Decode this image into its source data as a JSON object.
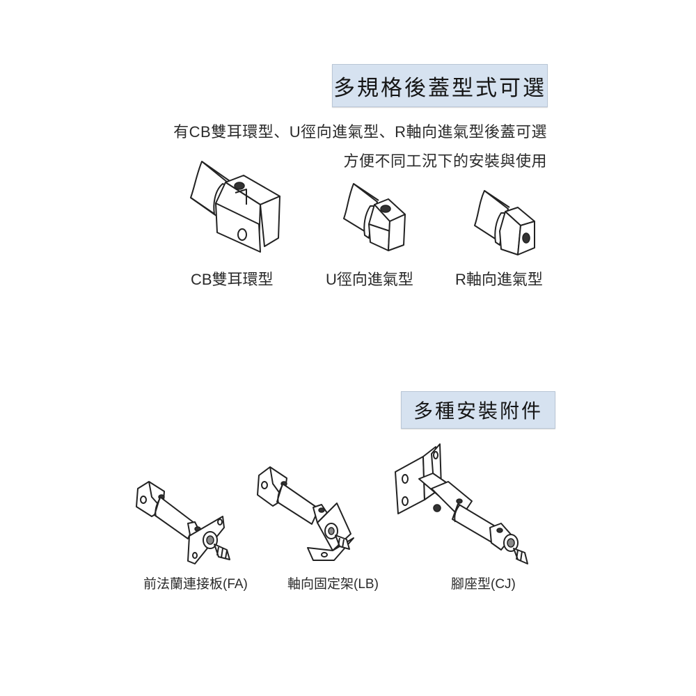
{
  "section1": {
    "banner_title": "多規格後蓋型式可選",
    "description_line1": "有CB雙耳環型、U徑向進氣型、R軸向進氣型後蓋可選",
    "description_line2": "方便不同工況下的安裝與使用",
    "items": [
      {
        "label": "CB雙耳環型",
        "icon": "cb-double-clevis-cover-illustration"
      },
      {
        "label": "U徑向進氣型",
        "icon": "u-radial-port-cover-illustration"
      },
      {
        "label": "R軸向進氣型",
        "icon": "r-axial-port-cover-illustration"
      }
    ]
  },
  "section2": {
    "banner_title": "多種安裝附件",
    "items": [
      {
        "label": "前法蘭連接板(FA)",
        "icon": "front-flange-mount-illustration"
      },
      {
        "label": "軸向固定架(LB)",
        "icon": "axial-foot-bracket-illustration"
      },
      {
        "label": "腳座型(CJ)",
        "icon": "foot-mount-illustration"
      }
    ]
  },
  "colors": {
    "banner_bg": "#d6e2f0",
    "banner_border": "#b9c6d6",
    "text": "#2a2a2a",
    "background": "#ffffff"
  }
}
